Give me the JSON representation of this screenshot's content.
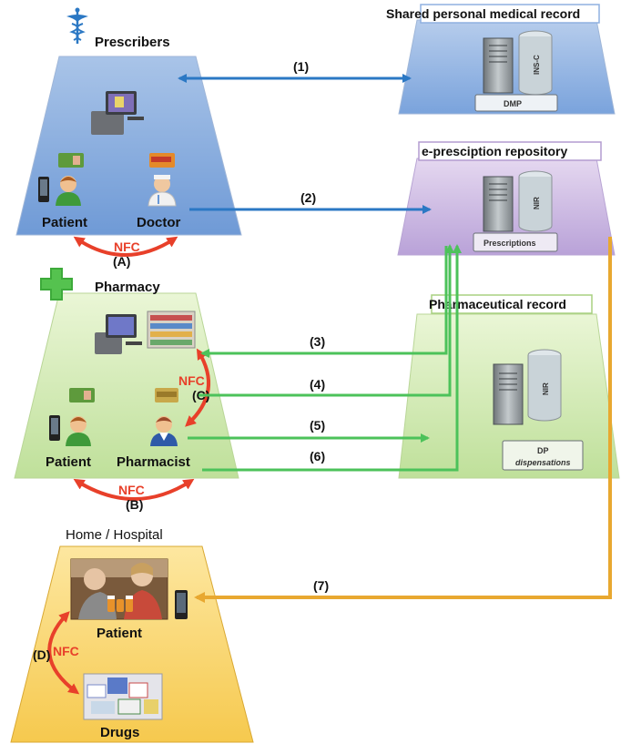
{
  "prescribers": {
    "title": "Prescribers",
    "patient": "Patient",
    "doctor": "Doctor",
    "nfc": "NFC",
    "nfc_tag": "(A)"
  },
  "dmp": {
    "title": "Shared personal medical record",
    "server_label": "DMP",
    "db_label": "INS-C"
  },
  "repository": {
    "title": "e-presciption repository",
    "server_label": "Prescriptions",
    "db_label": "NIR"
  },
  "pharmacy": {
    "title": "Pharmacy",
    "patient": "Patient",
    "pharmacist": "Pharmacist",
    "nfc": "NFC",
    "nfc_tag_b": "(B)",
    "nfc_tag_c": "(C)"
  },
  "pharma_record": {
    "title": "Pharmaceutical record",
    "server_label": "DP",
    "server_sub": "dispensations",
    "db_label": "NIR"
  },
  "home": {
    "title": "Home / Hospital",
    "patient": "Patient",
    "drugs": "Drugs",
    "nfc": "NFC",
    "nfc_tag": "(D)"
  },
  "flows": {
    "f1": "(1)",
    "f2": "(2)",
    "f3": "(3)",
    "f4": "(4)",
    "f5": "(5)",
    "f6": "(6)",
    "f7": "(7)"
  },
  "colors": {
    "blue": "#2b78c4",
    "green": "#4cc25a",
    "orange": "#e8a830",
    "red": "#e8402a"
  }
}
